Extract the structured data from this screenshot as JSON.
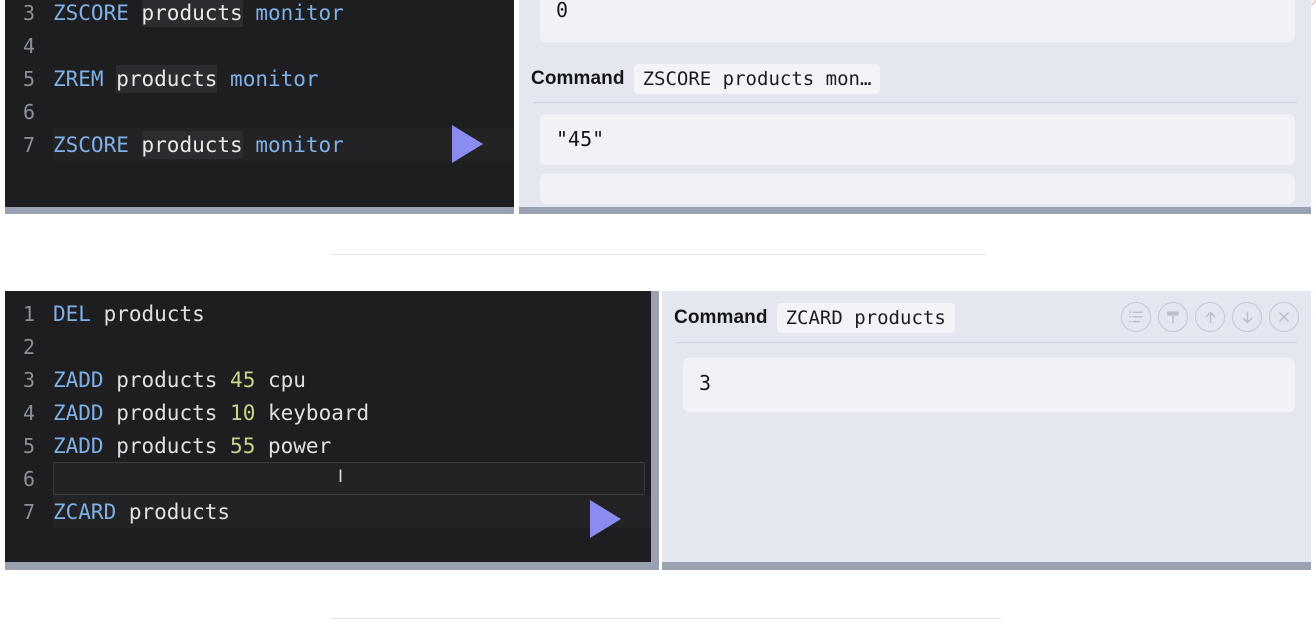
{
  "top_section": {
    "editor": {
      "name": "redis-editor-top",
      "lines": [
        {
          "number": "3",
          "state": "normal",
          "tokens": [
            {
              "t": "ZSCORE",
              "k": "kw"
            },
            {
              "t": " ",
              "k": "sp"
            },
            {
              "t": "products",
              "k": "key"
            },
            {
              "t": " ",
              "k": "sp"
            },
            {
              "t": "monitor",
              "k": "arg"
            }
          ]
        },
        {
          "number": "4",
          "state": "normal",
          "tokens": []
        },
        {
          "number": "5",
          "state": "normal",
          "tokens": [
            {
              "t": "ZREM",
              "k": "kw"
            },
            {
              "t": " ",
              "k": "sp"
            },
            {
              "t": "products",
              "k": "key"
            },
            {
              "t": " ",
              "k": "sp"
            },
            {
              "t": "monitor",
              "k": "arg"
            }
          ]
        },
        {
          "number": "6",
          "state": "normal",
          "tokens": []
        },
        {
          "number": "7",
          "state": "run",
          "tokens": [
            {
              "t": "ZSCORE",
              "k": "kw"
            },
            {
              "t": " ",
              "k": "sp"
            },
            {
              "t": "products",
              "k": "key"
            },
            {
              "t": " ",
              "k": "sp"
            },
            {
              "t": "monitor",
              "k": "arg"
            }
          ]
        }
      ],
      "run_button_label": "run"
    },
    "results": {
      "name": "result-panel-top",
      "previous_output": "0",
      "command_label": "Command",
      "command_text": "ZSCORE products mon…",
      "output": "\"45\""
    }
  },
  "bottom_section": {
    "editor": {
      "name": "redis-editor-bottom",
      "lines": [
        {
          "number": "1",
          "state": "normal",
          "tokens": [
            {
              "t": "DEL",
              "k": "kw"
            },
            {
              "t": " ",
              "k": "sp"
            },
            {
              "t": "products",
              "k": "plain"
            }
          ]
        },
        {
          "number": "2",
          "state": "normal",
          "tokens": []
        },
        {
          "number": "3",
          "state": "normal",
          "tokens": [
            {
              "t": "ZADD",
              "k": "kw"
            },
            {
              "t": " ",
              "k": "sp"
            },
            {
              "t": "products",
              "k": "plain"
            },
            {
              "t": " ",
              "k": "sp"
            },
            {
              "t": "45",
              "k": "num"
            },
            {
              "t": " ",
              "k": "sp"
            },
            {
              "t": "cpu",
              "k": "plain"
            }
          ]
        },
        {
          "number": "4",
          "state": "normal",
          "tokens": [
            {
              "t": "ZADD",
              "k": "kw"
            },
            {
              "t": " ",
              "k": "sp"
            },
            {
              "t": "products",
              "k": "plain"
            },
            {
              "t": " ",
              "k": "sp"
            },
            {
              "t": "10",
              "k": "num"
            },
            {
              "t": " ",
              "k": "sp"
            },
            {
              "t": "keyboard",
              "k": "plain"
            }
          ]
        },
        {
          "number": "5",
          "state": "normal",
          "tokens": [
            {
              "t": "ZADD",
              "k": "kw"
            },
            {
              "t": " ",
              "k": "sp"
            },
            {
              "t": "products",
              "k": "plain"
            },
            {
              "t": " ",
              "k": "sp"
            },
            {
              "t": "55",
              "k": "num"
            },
            {
              "t": " ",
              "k": "sp"
            },
            {
              "t": "power",
              "k": "plain"
            }
          ]
        },
        {
          "number": "6",
          "state": "active",
          "tokens": []
        },
        {
          "number": "7",
          "state": "run",
          "tokens": [
            {
              "t": "ZCARD",
              "k": "kw"
            },
            {
              "t": " ",
              "k": "sp"
            },
            {
              "t": "products",
              "k": "plain"
            }
          ]
        }
      ],
      "run_button_label": "run",
      "caret_glyph": "I"
    },
    "results": {
      "name": "result-panel-bottom",
      "command_label": "Command",
      "command_text": "ZCARD products",
      "output": "3",
      "icons": [
        {
          "name": "list-view-icon",
          "title": "list"
        },
        {
          "name": "format-icon",
          "title": "format"
        },
        {
          "name": "arrow-up-icon",
          "title": "move up"
        },
        {
          "name": "arrow-down-icon",
          "title": "move down"
        },
        {
          "name": "close-icon",
          "title": "close"
        }
      ]
    }
  },
  "colors": {
    "editor_bg": "#1e1e20",
    "keyword": "#7fb0e8",
    "number": "#c8d48c",
    "run_accent": "#8b8cf0",
    "panel_bg": "#e4e7ef",
    "result_box_bg": "#f1f2f6",
    "scrollbar": "#9aa1b0"
  }
}
